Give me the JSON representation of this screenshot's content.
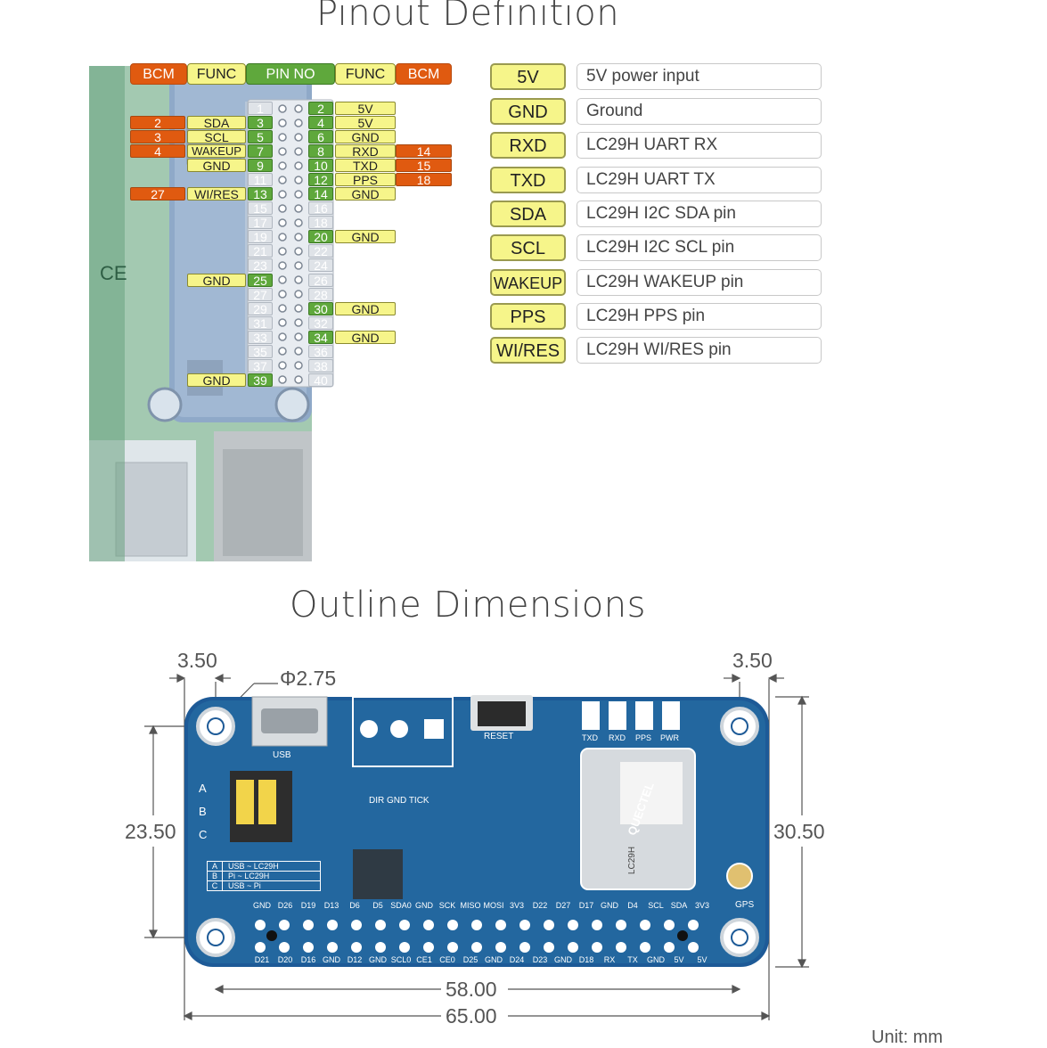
{
  "pinout_title": "Pinout Definition",
  "dimensions_title": "Outline Dimensions",
  "header": {
    "bcm_left": "BCM",
    "func_left": "FUNC",
    "pin_no": "PIN NO",
    "func_right": "FUNC",
    "bcm_right": "BCM"
  },
  "left_pins": [
    {
      "bcm": "2",
      "func": "SDA",
      "pin": "3"
    },
    {
      "bcm": "3",
      "func": "SCL",
      "pin": "5"
    },
    {
      "bcm": "4",
      "func": "WAKEUP",
      "pin": "7"
    },
    {
      "bcm": "",
      "func": "GND",
      "pin": "9"
    },
    {
      "bcm": "27",
      "func": "WI/RES",
      "pin": "13"
    },
    {
      "bcm": "",
      "func": "GND",
      "pin": "25"
    },
    {
      "bcm": "",
      "func": "GND",
      "pin": "39"
    }
  ],
  "right_pins": [
    {
      "pin": "2",
      "func": "5V",
      "bcm": ""
    },
    {
      "pin": "4",
      "func": "5V",
      "bcm": ""
    },
    {
      "pin": "6",
      "func": "GND",
      "bcm": ""
    },
    {
      "pin": "8",
      "func": "RXD",
      "bcm": "14"
    },
    {
      "pin": "10",
      "func": "TXD",
      "bcm": "15"
    },
    {
      "pin": "12",
      "func": "PPS",
      "bcm": "18"
    },
    {
      "pin": "14",
      "func": "GND",
      "bcm": ""
    },
    {
      "pin": "20",
      "func": "GND",
      "bcm": ""
    },
    {
      "pin": "30",
      "func": "GND",
      "bcm": ""
    },
    {
      "pin": "34",
      "func": "GND",
      "bcm": ""
    }
  ],
  "unused_odd_pins": [
    "1",
    "11",
    "15",
    "17",
    "19",
    "21",
    "23",
    "27",
    "29",
    "31",
    "33",
    "35",
    "37"
  ],
  "unused_even_pins": [
    "16",
    "18",
    "22",
    "24",
    "26",
    "28",
    "32",
    "36",
    "38",
    "40"
  ],
  "legend": [
    {
      "key": "5V",
      "desc": "5V power input"
    },
    {
      "key": "GND",
      "desc": "Ground"
    },
    {
      "key": "RXD",
      "desc": "LC29H UART RX"
    },
    {
      "key": "TXD",
      "desc": "LC29H UART TX"
    },
    {
      "key": "SDA",
      "desc": "LC29H I2C SDA pin"
    },
    {
      "key": "SCL",
      "desc": "LC29H I2C SCL pin"
    },
    {
      "key": "WAKEUP",
      "desc": "LC29H WAKEUP pin"
    },
    {
      "key": "PPS",
      "desc": "LC29H PPS pin"
    },
    {
      "key": "WI/RES",
      "desc": "LC29H WI/RES pin"
    }
  ],
  "dimensions": {
    "left_offset": "3.50",
    "right_offset": "3.50",
    "hole_diameter": "Φ2.75",
    "inner_height": "23.50",
    "outer_height": "30.50",
    "inner_width": "58.00",
    "outer_width": "65.00",
    "unit": "Unit: mm"
  },
  "board": {
    "usb_label": "USB",
    "reset_label": "RESET",
    "header_switch_label": "DIR GND TICK",
    "leds": [
      "TXD",
      "RXD",
      "PPS",
      "PWR"
    ],
    "gps_label": "GPS",
    "switch_letters": [
      "A",
      "B",
      "C"
    ],
    "mode_table": [
      {
        "key": "A",
        "mode": "USB ~ LC29H"
      },
      {
        "key": "B",
        "mode": "Pi ~ LC29H"
      },
      {
        "key": "C",
        "mode": "USB ~ Pi"
      }
    ],
    "top_pin_labels": [
      "GND",
      "D26",
      "D19",
      "D13",
      "D6",
      "D5",
      "SDA0",
      "GND",
      "SCK",
      "MISO",
      "MOSI",
      "3V3",
      "D22",
      "D27",
      "D17",
      "GND",
      "D4",
      "SCL",
      "SDA",
      "3V3"
    ],
    "bottom_pin_labels": [
      "D21",
      "D20",
      "D16",
      "GND",
      "D12",
      "GND",
      "SCL0",
      "CE1",
      "CE0",
      "D25",
      "GND",
      "D24",
      "D23",
      "GND",
      "D18",
      "RX",
      "TX",
      "GND",
      "5V",
      "5V"
    ],
    "module_brand": "QUECTEL",
    "module_model": "LC29H"
  }
}
